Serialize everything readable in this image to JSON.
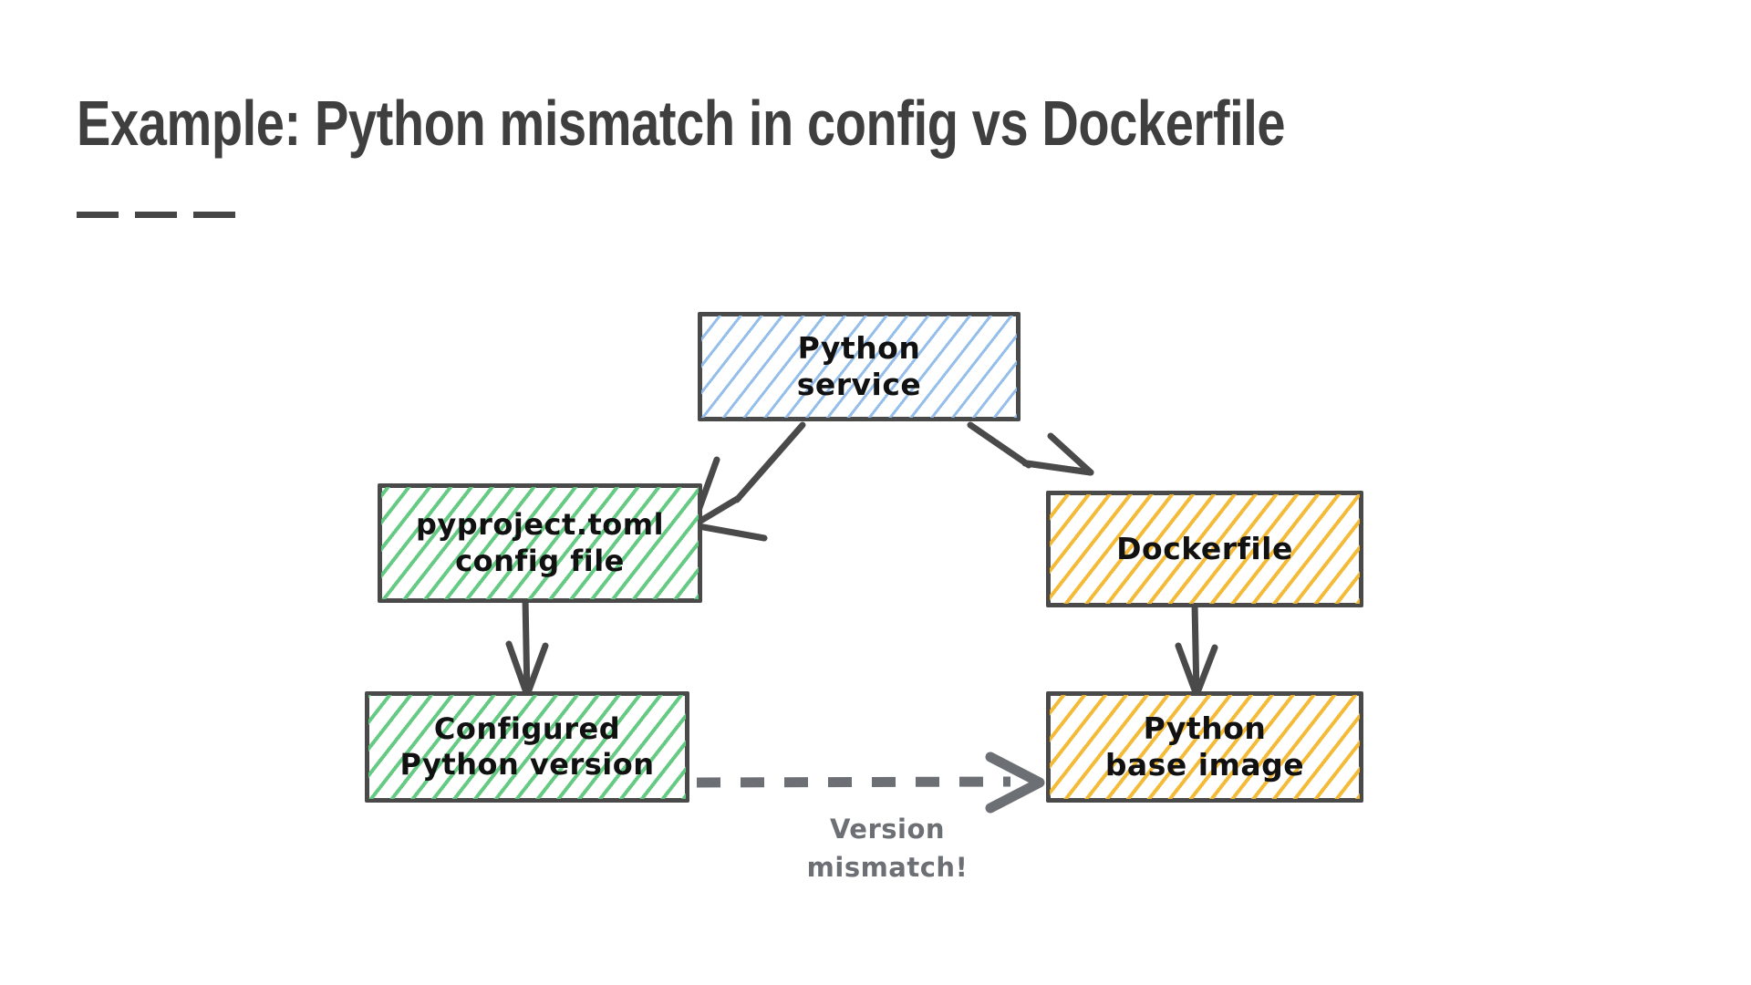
{
  "slide": {
    "background_color": "#ffffff",
    "title": "Example: Python mismatch in config vs Dockerfile",
    "title_color": "#3f3f3f",
    "rule_dash_count": 3,
    "rule_color": "#454545"
  },
  "diagram": {
    "style": "hand-drawn sketch",
    "nodes": [
      {
        "id": "python-service",
        "label": "Python\nservice",
        "fill": "hatch-blue",
        "hatch_color": "#8fbbe9",
        "border_color": "#4a4a4a"
      },
      {
        "id": "pyproject",
        "label": "pyproject.toml\nconfig file",
        "fill": "hatch-green",
        "hatch_color": "#5dc77c",
        "border_color": "#4a4a4a"
      },
      {
        "id": "dockerfile",
        "label": "Dockerfile",
        "fill": "hatch-yellow",
        "hatch_color": "#f3b72e",
        "border_color": "#4a4a4a"
      },
      {
        "id": "configured-version",
        "label": "Configured\nPython version",
        "fill": "hatch-green",
        "hatch_color": "#5dc77c",
        "border_color": "#4a4a4a"
      },
      {
        "id": "base-image",
        "label": "Python\nbase image",
        "fill": "hatch-yellow",
        "hatch_color": "#f3b72e",
        "border_color": "#4a4a4a"
      }
    ],
    "edges": [
      {
        "id": "service-to-pyproject",
        "from": "python-service",
        "to": "pyproject",
        "style": "solid",
        "color": "#4a4a4a"
      },
      {
        "id": "service-to-dockerfile",
        "from": "python-service",
        "to": "dockerfile",
        "style": "solid",
        "color": "#4a4a4a"
      },
      {
        "id": "pyproject-to-configured",
        "from": "pyproject",
        "to": "configured-version",
        "style": "solid",
        "color": "#4a4a4a"
      },
      {
        "id": "dockerfile-to-base-image",
        "from": "dockerfile",
        "to": "base-image",
        "style": "solid",
        "color": "#4a4a4a"
      },
      {
        "id": "version-mismatch",
        "from": "configured-version",
        "to": "base-image",
        "style": "dashed",
        "color": "#6c6f73",
        "label": "Version\nmismatch!"
      }
    ],
    "annotation": {
      "mismatch_label": "Version\nmismatch!",
      "mismatch_color": "#6c6f73"
    }
  }
}
